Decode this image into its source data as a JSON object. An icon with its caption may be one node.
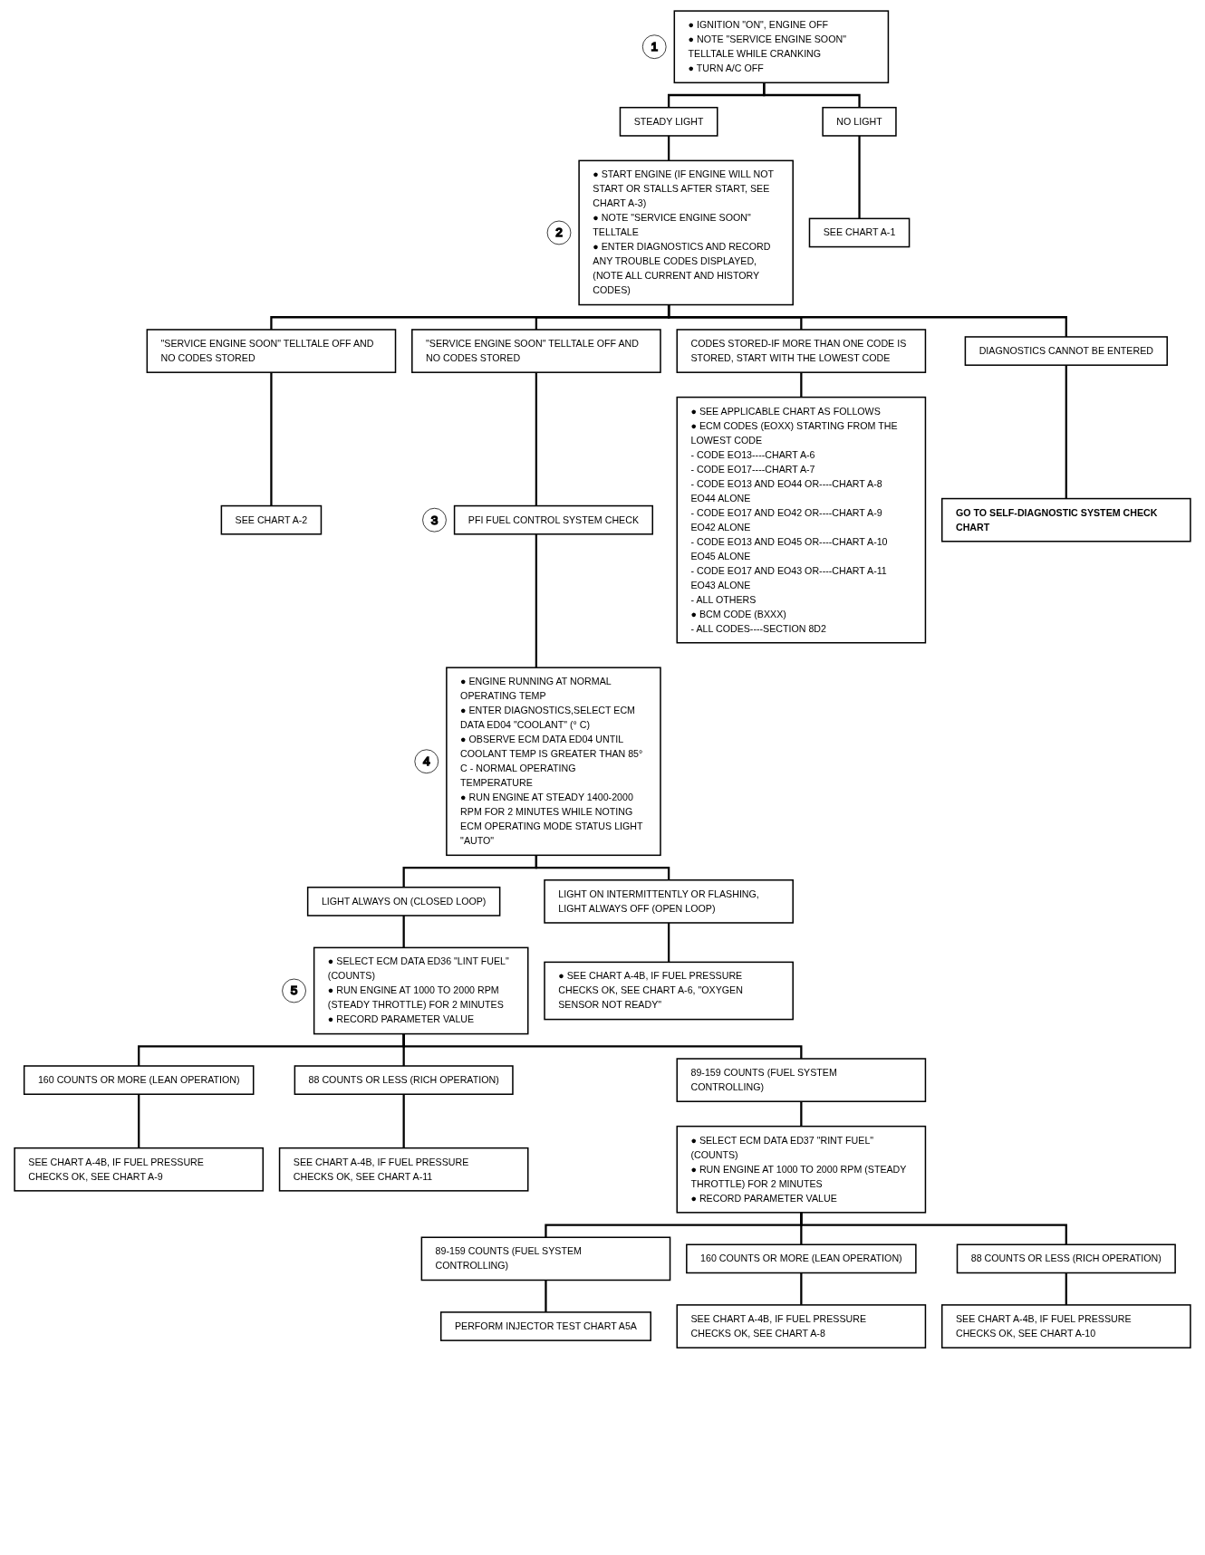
{
  "diagram": {
    "nodes": [
      {
        "text": [
          "● IGNITION \"ON\", ENGINE OFF",
          "● NOTE \"SERVICE ENGINE SOON\" TELLTALE WHILE CRANKING",
          "● TURN A/C OFF"
        ],
        "beside": [
          "1"
        ]
      },
      {
        "text": [
          "STEADY LIGHT"
        ]
      },
      {
        "text": [
          "NO LIGHT"
        ]
      },
      {
        "text": [
          "● START ENGINE (IF ENGINE WILL NOT START OR STALLS AFTER START, SEE CHART A-3)",
          "● NOTE \"SERVICE ENGINE SOON\" TELLTALE",
          "● ENTER DIAGNOSTICS AND RECORD ANY TROUBLE CODES DISPLAYED, (NOTE ALL CURRENT AND HISTORY CODES)"
        ],
        "beside": [
          "2"
        ]
      },
      {
        "text": [
          "SEE CHART A-1"
        ]
      },
      {
        "text": [
          "\"SERVICE ENGINE SOON\" TELLTALE OFF AND NO CODES STORED"
        ]
      },
      {
        "text": [
          "\"SERVICE ENGINE SOON\" TELLTALE OFF AND NO CODES STORED"
        ]
      },
      {
        "text": [
          "CODES STORED-IF MORE THAN ONE CODE IS STORED, START WITH THE LOWEST CODE"
        ]
      },
      {
        "text": [
          "DIAGNOSTICS CANNOT BE ENTERED"
        ]
      },
      {
        "text": [
          "SEE CHART A-2"
        ]
      },
      {
        "text": [
          "PFI FUEL CONTROL SYSTEM CHECK"
        ],
        "beside": [
          "3"
        ]
      },
      {
        "text": [
          "● SEE APPLICABLE CHART AS FOLLOWS",
          "● ECM CODES (EOXX) STARTING FROM THE LOWEST CODE",
          "- CODE EO13----CHART A-6",
          "- CODE EO17----CHART A-7",
          "- CODE EO13 AND EO44 OR----CHART A-8 EO44 ALONE",
          "- CODE EO17 AND EO42 OR----CHART A-9 EO42 ALONE",
          "- CODE EO13 AND EO45 OR----CHART A-10 EO45 ALONE",
          "- CODE EO17 AND EO43 OR----CHART A-11 EO43 ALONE",
          "- ALL OTHERS",
          "● BCM CODE (BXXX)",
          "- ALL CODES----SECTION 8D2"
        ]
      },
      {
        "text": [
          "● ENGINE RUNNING AT NORMAL OPERATING TEMP",
          "● ENTER DIAGNOSTICS,SELECT ECM DATA ED04 \"COOLANT\" (° C)",
          "● OBSERVE ECM DATA ED04 UNTIL COOLANT TEMP IS GREATER THAN 85° C - NORMAL OPERATING TEMPERATURE",
          "● RUN ENGINE AT STEADY 1400-2000 RPM FOR 2 MINUTES WHILE NOTING ECM OPERATING MODE STATUS LIGHT \"AUTO\""
        ],
        "beside": [
          "4"
        ]
      },
      {
        "text": [
          "LIGHT ALWAYS ON (CLOSED LOOP)"
        ]
      },
      {
        "text": [
          "LIGHT ON INTERMITTENTLY OR FLASHING, LIGHT ALWAYS OFF (OPEN LOOP)"
        ]
      },
      {
        "text": [
          "GO TO SELF-DIAGNOSTIC SYSTEM CHECK CHART"
        ]
      },
      {
        "text": [
          "● SELECT ECM DATA ED36 \"LINT FUEL\" (COUNTS)",
          "● RUN ENGINE AT 1000 TO 2000 RPM (STEADY THROTTLE) FOR 2 MINUTES",
          "● RECORD PARAMETER VALUE"
        ],
        "beside": [
          "5"
        ]
      },
      {
        "text": [
          "● SEE CHART A-4B, IF FUEL PRESSURE CHECKS OK, SEE CHART A-6, \"OXYGEN SENSOR NOT READY\""
        ]
      },
      {
        "text": [
          "89-159 COUNTS (FUEL SYSTEM CONTROLLING)"
        ]
      },
      {
        "text": [
          "160 COUNTS OR MORE (LEAN OPERATION)"
        ]
      },
      {
        "text": [
          "88 COUNTS OR LESS (RICH OPERATION)"
        ]
      },
      {
        "text": [
          "SEE CHART A-4B, IF FUEL PRESSURE CHECKS OK, SEE CHART A-9"
        ]
      },
      {
        "text": [
          "SEE CHART A-4B, IF FUEL PRESSURE CHECKS OK, SEE CHART A-11"
        ]
      },
      {
        "text": [
          "● SELECT ECM DATA ED37 \"RINT FUEL\" (COUNTS)",
          "● RUN ENGINE AT 1000 TO 2000 RPM (STEADY THROTTLE) FOR 2 MINUTES",
          "● RECORD PARAMETER VALUE"
        ]
      },
      {
        "text": [
          "89-159 COUNTS (FUEL SYSTEM CONTROLLING)"
        ]
      },
      {
        "text": [
          "160 COUNTS OR MORE (LEAN OPERATION)"
        ]
      },
      {
        "text": [
          "88 COUNTS OR LESS (RICH OPERATION)"
        ]
      },
      {
        "text": [
          "PERFORM INJECTOR TEST CHART A5A"
        ]
      },
      {
        "text": [
          "SEE CHART A-4B, IF FUEL PRESSURE CHECKS OK, SEE CHART A-8"
        ]
      },
      {
        "text": [
          "SEE CHART A-4B, IF FUEL PRESSURE CHECKS OK, SEE CHART A-10"
        ]
      }
    ],
    "edges": [
      {
        "from": 0,
        "to": 1,
        "arrow": "none"
      },
      {
        "from": 0,
        "to": 2,
        "arrow": "none"
      },
      {
        "from": 1,
        "to": 3,
        "arrow": "none"
      },
      {
        "from": 2,
        "to": 4,
        "arrow": "none"
      },
      {
        "from": 3,
        "to": 5,
        "arrow": "none"
      },
      {
        "from": 3,
        "to": 6,
        "arrow": "none"
      },
      {
        "from": 3,
        "to": 7,
        "arrow": "none"
      },
      {
        "from": 3,
        "to": 8,
        "arrow": "none"
      },
      {
        "from": 5,
        "to": 9,
        "arrow": "none"
      },
      {
        "from": 6,
        "to": 10,
        "arrow": "none"
      },
      {
        "from": 7,
        "to": 11,
        "arrow": "none"
      },
      {
        "from": 8,
        "to": 15,
        "arrow": "none"
      },
      {
        "from": 10,
        "to": 12,
        "arrow": "none"
      },
      {
        "from": 12,
        "to": 13,
        "arrow": "none"
      },
      {
        "from": 12,
        "to": 14,
        "arrow": "none"
      },
      {
        "from": 13,
        "to": 16,
        "arrow": "none"
      },
      {
        "from": 14,
        "to": 17,
        "arrow": "none"
      },
      {
        "from": 16,
        "to": 18,
        "arrow": "none"
      },
      {
        "from": 16,
        "to": 19,
        "arrow": "none"
      },
      {
        "from": 16,
        "to": 20,
        "arrow": "none"
      },
      {
        "from": 19,
        "to": 21,
        "arrow": "none"
      },
      {
        "from": 20,
        "to": 22,
        "arrow": "none"
      },
      {
        "from": 18,
        "to": 23,
        "arrow": "none"
      },
      {
        "from": 23,
        "to": 24,
        "arrow": "none"
      },
      {
        "from": 23,
        "to": 25,
        "arrow": "none"
      },
      {
        "from": 23,
        "to": 26,
        "arrow": "none"
      },
      {
        "from": 24,
        "to": 27,
        "arrow": "none"
      },
      {
        "from": 25,
        "to": 28,
        "arrow": "none"
      },
      {
        "from": 26,
        "to": 29,
        "arrow": "none"
      }
    ]
  }
}
